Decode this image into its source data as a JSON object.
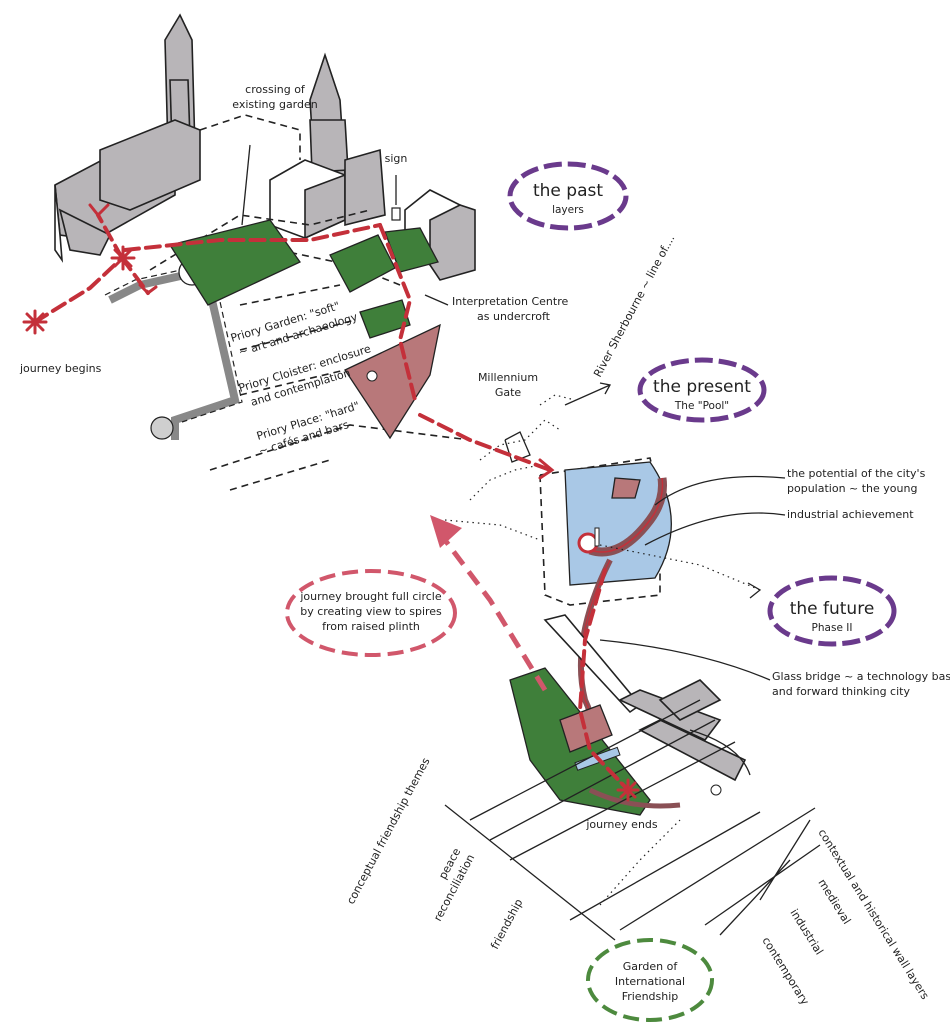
{
  "labels": {
    "crossing": [
      "crossing of",
      "existing garden"
    ],
    "sign": "sign",
    "past_title": "the past",
    "past_sub": "layers",
    "interpretation": [
      "Interpretation Centre",
      "as undercroft"
    ],
    "river": "River Sherbourne ~ line of....",
    "priory_garden": [
      "Priory Garden: \"soft\"",
      "~ art and archaeology"
    ],
    "priory_cloister": [
      "Priory Cloister: enclosure",
      "and contemplation"
    ],
    "priory_place": [
      "Priory Place: \"hard\"",
      "~ cafés and bars"
    ],
    "journey_begins": "journey begins",
    "millennium": [
      "Millennium",
      "Gate"
    ],
    "present_title": "the present",
    "present_sub": "The \"Pool\"",
    "potential": [
      "the potential of the city's",
      "population ~ the young"
    ],
    "industrial_achievement": "industrial achievement",
    "future_title": "the future",
    "future_sub": "Phase II",
    "full_circle": [
      "journey brought full circle",
      "by creating view to spires",
      "from raised plinth"
    ],
    "glass_bridge": [
      "Glass bridge ~ a technology bas",
      "and forward thinking city"
    ],
    "journey_ends": "journey ends",
    "conceptual": "conceptual friendship themes",
    "peace": "peace",
    "reconciliation": "reconciliation",
    "friendship": "friendship",
    "contextual": "contextual and historical wall layers",
    "medieval": "medieval",
    "industrial": "industrial",
    "contemporary": "contemporary",
    "garden_intl": [
      "Garden of",
      "International",
      "Friendship"
    ]
  },
  "colors": {
    "route": "#c4303a",
    "route_pink": "#d1576b",
    "oval_purple": "#6a3a8c",
    "oval_green": "#4d8a3e",
    "garden_green": "#3f7f3a",
    "plaza_pink": "#b8787a",
    "pool_blue": "#a9c8e6",
    "building_grey": "#b8b5b8"
  }
}
